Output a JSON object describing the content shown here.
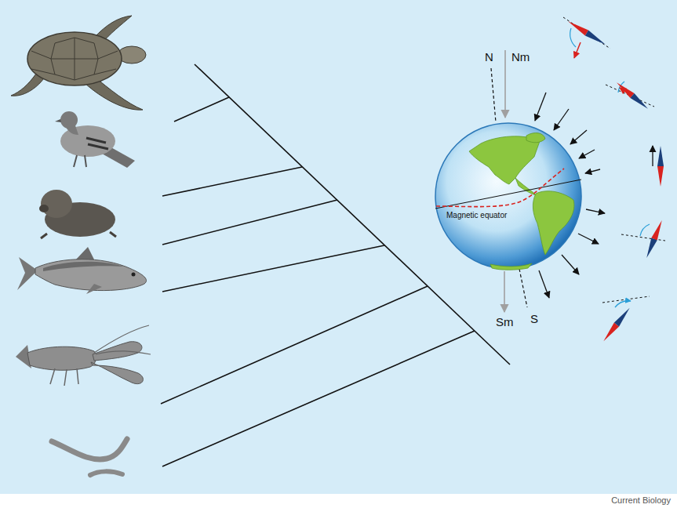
{
  "diagram": {
    "nodes": [
      {
        "text": [
          "Magnetic equator"
        ]
      }
    ],
    "labels": [
      "N",
      "Nm",
      "Sm",
      "S",
      "Current Biology"
    ]
  }
}
